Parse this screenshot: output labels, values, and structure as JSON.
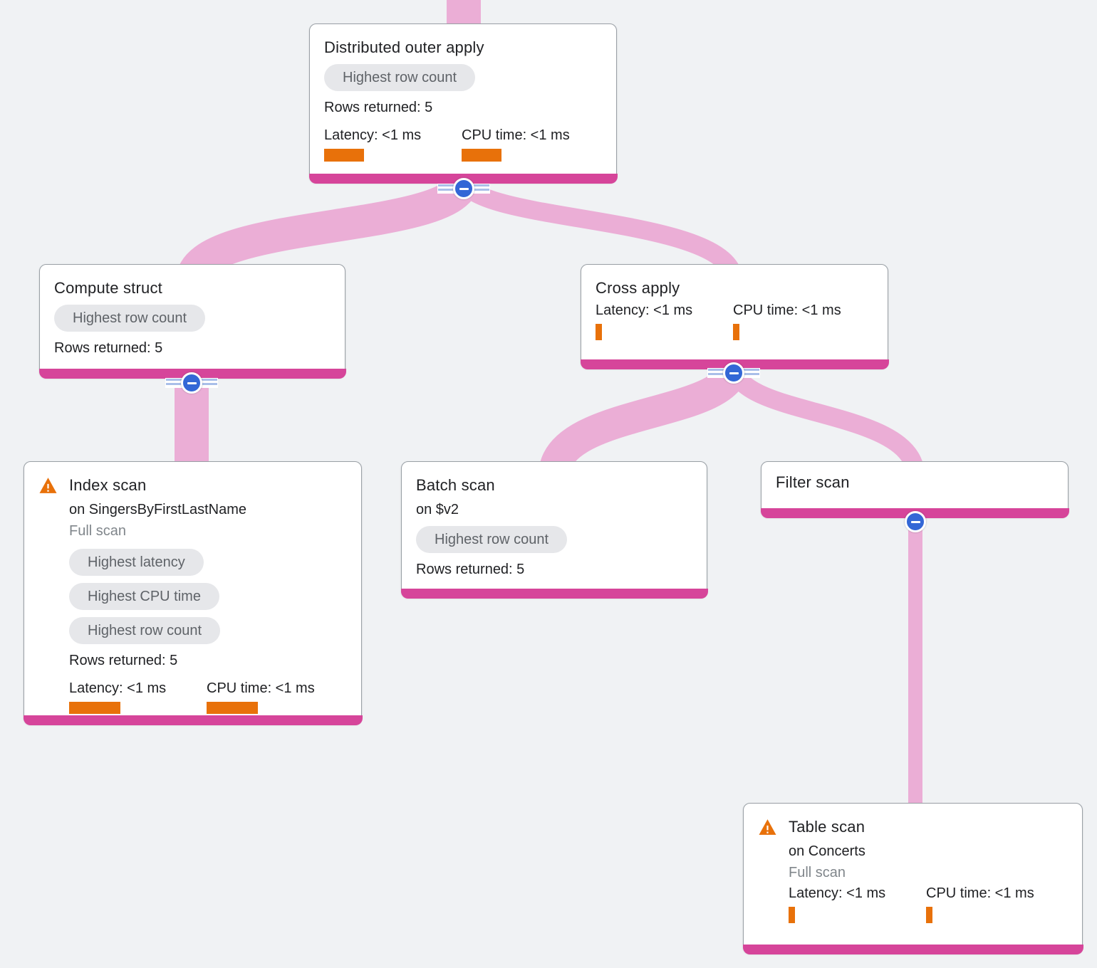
{
  "diagram": {
    "kind": "query-execution-plan-tree",
    "colors": {
      "background": "#F0F2F4",
      "edge_pink": "#EBAED6",
      "node_accent_magenta": "#D6459A",
      "metric_bar_orange": "#E8710A",
      "collapse_blue": "#3367D6",
      "badge_gray_bg": "#E6E7EA",
      "badge_gray_text": "#5F6368"
    },
    "icons": {
      "warning": "warning-triangle-icon",
      "collapse": "minus-circle-icon"
    }
  },
  "nodes": {
    "distributed_outer_apply": {
      "title": "Distributed outer apply",
      "badges": [
        "Highest row count"
      ],
      "rows_returned": "Rows returned: 5",
      "latency": "Latency: <1 ms",
      "cpu": "CPU time: <1 ms"
    },
    "compute_struct": {
      "title": "Compute struct",
      "badges": [
        "Highest row count"
      ],
      "rows_returned": "Rows returned: 5"
    },
    "cross_apply": {
      "title": "Cross apply",
      "latency": "Latency: <1 ms",
      "cpu": "CPU time: <1 ms"
    },
    "index_scan": {
      "title": "Index scan",
      "subtitle": "on SingersByFirstLastName",
      "scan_type": "Full scan",
      "badges": [
        "Highest latency",
        "Highest CPU time",
        "Highest row count"
      ],
      "rows_returned": "Rows returned: 5",
      "latency": "Latency: <1 ms",
      "cpu": "CPU time: <1 ms"
    },
    "batch_scan": {
      "title": "Batch scan",
      "subtitle": "on $v2",
      "badges": [
        "Highest row count"
      ],
      "rows_returned": "Rows returned: 5"
    },
    "filter_scan": {
      "title": "Filter scan"
    },
    "table_scan": {
      "title": "Table scan",
      "subtitle": "on Concerts",
      "scan_type": "Full scan",
      "latency": "Latency: <1 ms",
      "cpu": "CPU time: <1 ms"
    }
  }
}
